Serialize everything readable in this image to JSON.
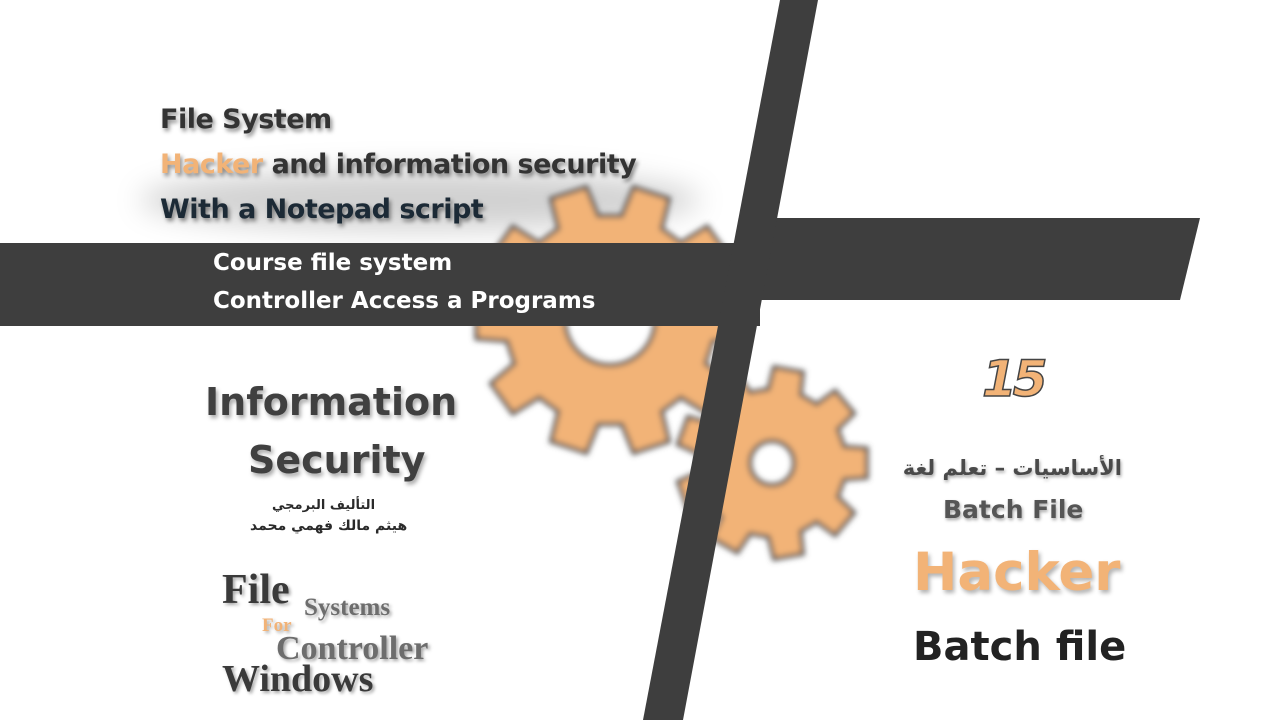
{
  "header": {
    "line1": "File System",
    "line2_highlight": "Hacker",
    "line2_rest": " and information security",
    "line3": "With a Notepad script"
  },
  "band": {
    "line1": "Course file system",
    "line2": "Controller Access a Programs"
  },
  "left": {
    "title_line1": "Information",
    "title_line2": "Security",
    "ar_line1": "التأليف البرمجي",
    "ar_line2": "هيثم مالك فهمي محمد"
  },
  "logo": {
    "w1": "File",
    "w2": "Systems",
    "w3": "For",
    "w4": "Controller",
    "w5": "Windows"
  },
  "right": {
    "number": "15",
    "ar_line": "الأساسيات – تعلم لغة",
    "batch_small": "Batch File",
    "hacker": "Hacker",
    "batch_big": "Batch file"
  },
  "colors": {
    "accent": "#f2b377",
    "dark": "#3e3e3e"
  },
  "icons": [
    "gear-icon-large",
    "gear-icon-small"
  ]
}
